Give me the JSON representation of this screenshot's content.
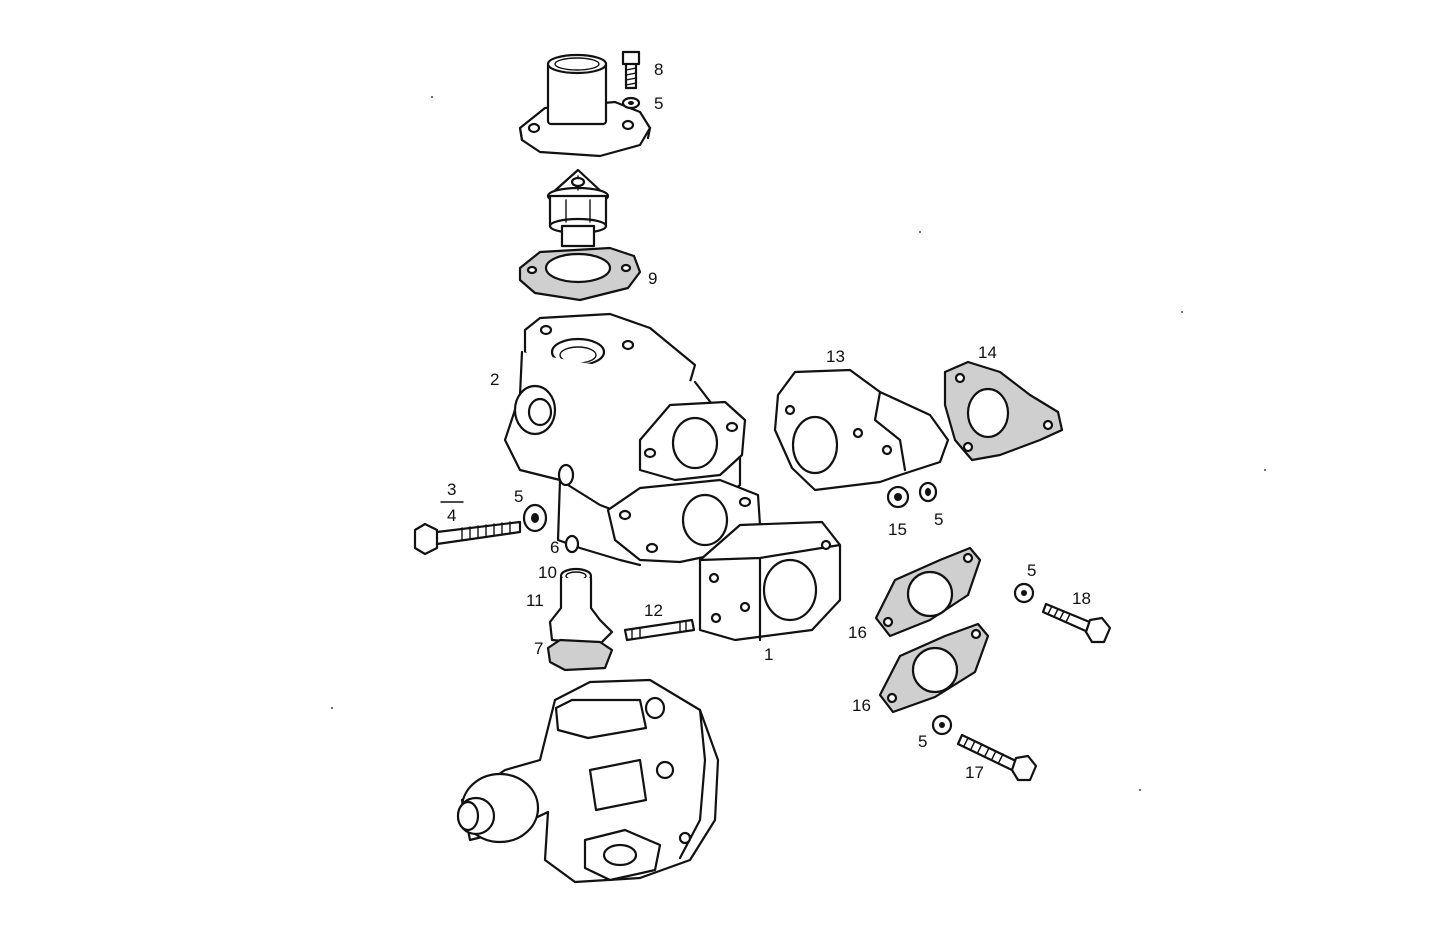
{
  "labels": {
    "l1": "1",
    "l2": "2",
    "l3": "3",
    "l4": "4",
    "l5a": "5",
    "l5b": "5",
    "l5c": "5",
    "l5d": "5",
    "l5e": "5",
    "l6": "6",
    "l7": "7",
    "l8": "8",
    "l9": "9",
    "l10": "10",
    "l11": "11",
    "l12": "12",
    "l13": "13",
    "l14": "14",
    "l15": "15",
    "l16a": "16",
    "l16b": "16",
    "l17": "17",
    "l18": "18"
  }
}
